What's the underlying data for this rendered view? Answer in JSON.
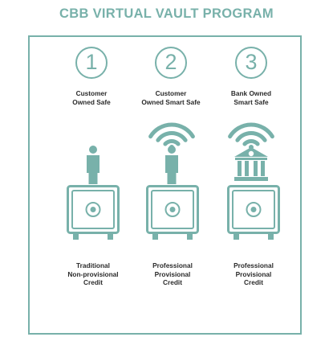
{
  "title": "CBB VIRTUAL VAULT PROGRAM",
  "accent_color": "#78b1aa",
  "columns": [
    {
      "number": "1",
      "heading_line1": "Customer",
      "heading_line2": "Owned Safe",
      "icons": [
        "person-icon",
        "safe-icon"
      ],
      "credit_line1": "Traditional",
      "credit_line2": "Non-provisional",
      "credit_line3": "Credit"
    },
    {
      "number": "2",
      "heading_line1": "Customer",
      "heading_line2": "Owned Smart Safe",
      "icons": [
        "wifi-icon",
        "person-icon",
        "safe-icon"
      ],
      "credit_line1": "Professional",
      "credit_line2": "Provisional",
      "credit_line3": "Credit"
    },
    {
      "number": "3",
      "heading_line1": "Bank Owned",
      "heading_line2": "Smart Safe",
      "icons": [
        "wifi-icon",
        "bank-icon",
        "safe-icon"
      ],
      "credit_line1": "Professional",
      "credit_line2": "Provisional",
      "credit_line3": "Credit"
    }
  ]
}
